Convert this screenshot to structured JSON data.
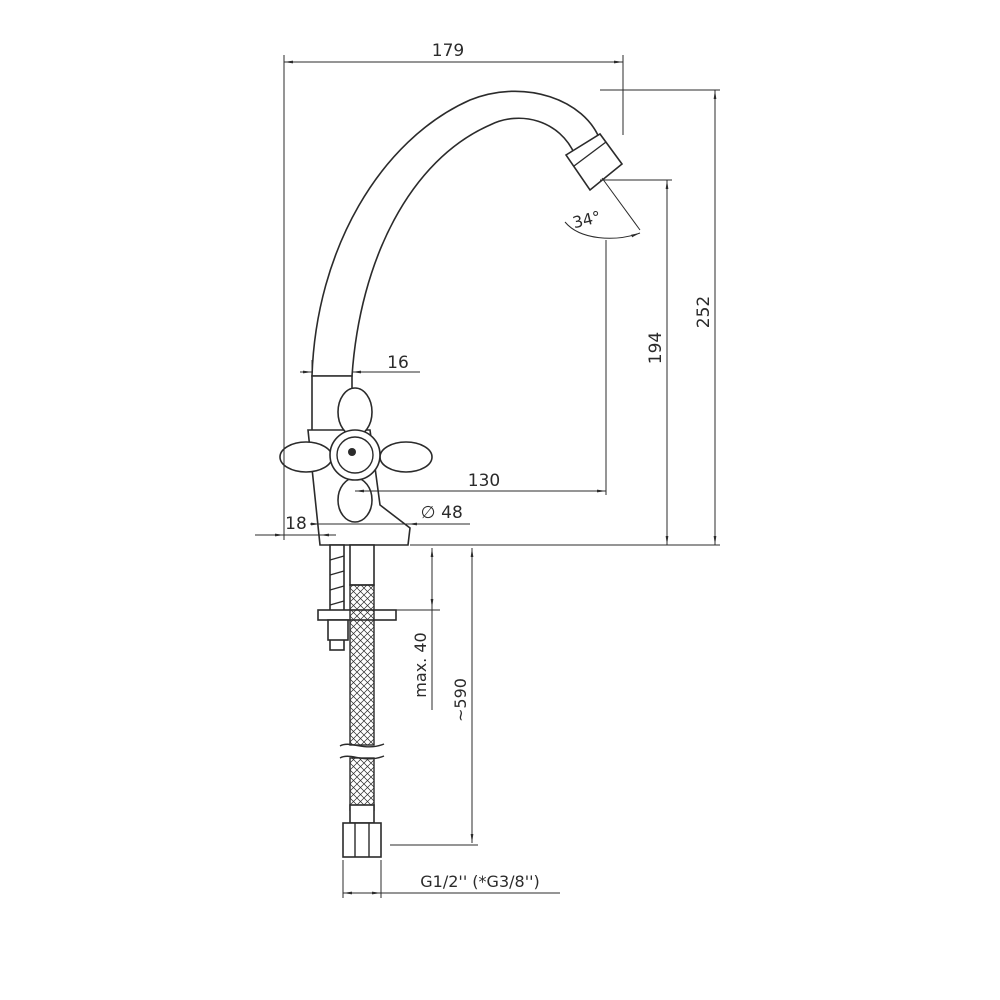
{
  "drawing": {
    "dimensions": {
      "total_width": "179",
      "total_height": "252",
      "spout_height": "194",
      "spout_reach": "130",
      "spout_angle": "34°",
      "pipe_width": "16",
      "base_offset": "18",
      "base_diameter_symbol": "∅",
      "base_diameter": "48",
      "max_thickness": "max. 40",
      "hose_length": "~590",
      "thread": "G1/2'' (*G3/8'')"
    },
    "colors": {
      "line": "#2b2b2b",
      "background": "#ffffff"
    }
  }
}
